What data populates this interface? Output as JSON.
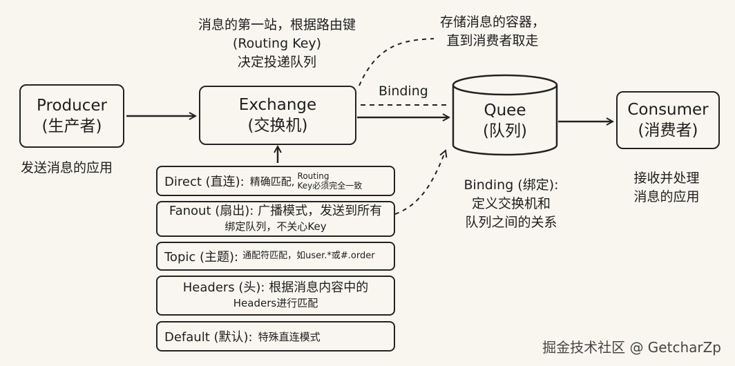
{
  "nodes": {
    "producer": {
      "title": "Producer",
      "subtitle": "(生产者)"
    },
    "exchange": {
      "title": "Exchange",
      "subtitle": "(交换机)"
    },
    "queue": {
      "title": "Quee",
      "subtitle": "(队列)"
    },
    "consumer": {
      "title": "Consumer",
      "subtitle": "(消费者)"
    }
  },
  "edge_labels": {
    "binding": "Binding"
  },
  "notes": {
    "exchange_desc": [
      "消息的第一站，根据路由键",
      "(Routing Key)",
      "决定投递队列"
    ],
    "queue_desc": [
      "存储消息的容器，",
      "直到消费者取走"
    ],
    "producer_desc": "发送消息的应用",
    "binding_desc": [
      "Binding (绑定):",
      "定义交换机和",
      "队列之间的关系"
    ],
    "consumer_desc": [
      "接收并处理",
      "消息的应用"
    ]
  },
  "exchange_types": {
    "direct": {
      "label": "Direct (直连):",
      "desc": "精确匹配,",
      "desc_small_1": "Routing",
      "desc_small_2": "Key必须完全一致"
    },
    "fanout": {
      "line1": "Fanout (扇出): 广播模式，发送到所有",
      "line2": "绑定队列，不关心Key"
    },
    "topic": {
      "label": "Topic (主题):",
      "desc": "通配符匹配，如user.*或#.order"
    },
    "headers": {
      "line1": "Headers (头): 根据消息内容中的",
      "line2": "Headers进行匹配"
    },
    "default": {
      "label": "Default (默认):",
      "desc": "特殊直连模式"
    }
  },
  "watermark": "掘金技术社区 @ GetcharZp"
}
